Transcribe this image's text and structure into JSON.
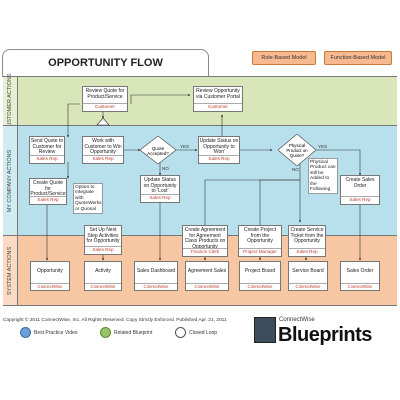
{
  "header": {
    "title": "OPPORTUNITY FLOW",
    "role_model": "Role-Based Model",
    "function_model": "Function-Based Model"
  },
  "lanes": {
    "customer": "CUSTOMER ACTIONS",
    "my_company": "MY COMPANY ACTIONS",
    "system": "SYSTEM ACTIONS"
  },
  "customer_boxes": {
    "review_quote": {
      "text": "Review Quote for Product/Service",
      "who": "Customer"
    },
    "review_opp": {
      "text": "Review Opportunity via Customer Portal",
      "who": "Customer"
    }
  },
  "company_boxes": {
    "send_quote": {
      "text": "Send Quote to Customer for Review",
      "who": "Sales Rep"
    },
    "work_with": {
      "text": "Work with Customer to Win Opportunity",
      "who": "Sales Rep"
    },
    "create_quote": {
      "text": "Create Quote for Product/Service",
      "who": "Sales Rep"
    },
    "update_won": {
      "text": "Update Status on Opportunity to 'Won'",
      "who": "Sales Rep"
    },
    "update_lost": {
      "text": "Update Status on Opportunity to 'Lost'",
      "who": "Sales Rep"
    },
    "set_up": {
      "text": "Set Up Next Step Activities for Opportunity",
      "who": "Sales Rep"
    },
    "create_agreement": {
      "text": "Create Agreement for Agreement Class Products on Opportunity",
      "who": "Finance Clerk"
    },
    "create_project": {
      "text": "Create Project from the Opportunity",
      "who": "Project Manager"
    },
    "create_ticket": {
      "text": "Create Service Ticket from the Opportunity",
      "who": "Sales Rep"
    },
    "create_order": {
      "text": "Create Sales Order",
      "who": "Sales Rep"
    }
  },
  "decisions": {
    "quote_accepted": "Quote Accepted?",
    "physical_product": "Physical Product on Quote?"
  },
  "notes": {
    "option": "Option to Integrate with QuoteWerks or Quosal",
    "physical": "Physical Product can still be Added to the Following"
  },
  "labels": {
    "yes1": "YES",
    "no1": "NO",
    "yes2": "YES",
    "no2": "NO"
  },
  "system_boxes": [
    {
      "text": "Opportunity",
      "brand": "ConnectWise"
    },
    {
      "text": "Activity",
      "brand": "ConnectWise"
    },
    {
      "text": "Sales Dashboard",
      "brand": "ConnectWise"
    },
    {
      "text": "Agreement Sales",
      "brand": "ConnectWise"
    },
    {
      "text": "Project Board",
      "brand": "ConnectWise"
    },
    {
      "text": "Service Board",
      "brand": "ConnectWise"
    },
    {
      "text": "Sales Order",
      "brand": "ConnectWise"
    }
  ],
  "footer": {
    "copyright": "Copyright © 2011 ConnectWise, Inc. All Rights Reserved.  Copy Strictly Enforced. Published Apr. 21, 2011",
    "legend": [
      "Best Practice Video",
      "Related Blueprint",
      "Closed Loop"
    ],
    "brand_small": "ConnectWise",
    "brand_big": "Blueprints"
  },
  "colors": {
    "customer_lane": "#d8e6b9",
    "company_lane": "#b8e0ec",
    "system_lane": "#f7c7a3",
    "role_red": "#c0392b"
  }
}
